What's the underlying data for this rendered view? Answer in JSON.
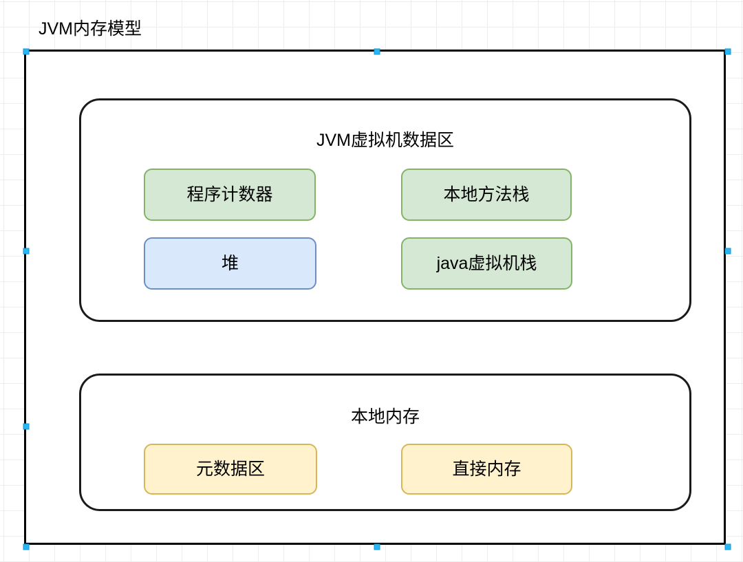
{
  "diagram": {
    "title": "JVM内存模型",
    "groups": [
      {
        "id": "runtime-data-area",
        "label": "JVM虚拟机数据区",
        "nodes": [
          {
            "id": "program-counter",
            "label": "程序计数器",
            "color": "#d5e8d4",
            "border": "#82b366"
          },
          {
            "id": "heap",
            "label": "堆",
            "color": "#dae8fc",
            "border": "#6c8ebf"
          },
          {
            "id": "native-method-stack",
            "label": "本地方法栈",
            "color": "#d5e8d4",
            "border": "#82b366"
          },
          {
            "id": "java-vm-stack",
            "label": "java虚拟机栈",
            "color": "#d5e8d4",
            "border": "#82b366"
          }
        ]
      },
      {
        "id": "native-memory",
        "label": "本地内存",
        "nodes": [
          {
            "id": "metaspace",
            "label": "元数据区",
            "color": "#fff2cc",
            "border": "#d6b656"
          },
          {
            "id": "direct-memory",
            "label": "直接内存",
            "color": "#fff2cc",
            "border": "#d6b656"
          }
        ]
      }
    ],
    "colors": {
      "frame_stroke": "#000000",
      "group_stroke": "#1a1a1a",
      "grid_line": "#ededed",
      "canvas_background": "#ffffff",
      "selection_handle": "#29b6f2",
      "text": "#000000"
    }
  }
}
